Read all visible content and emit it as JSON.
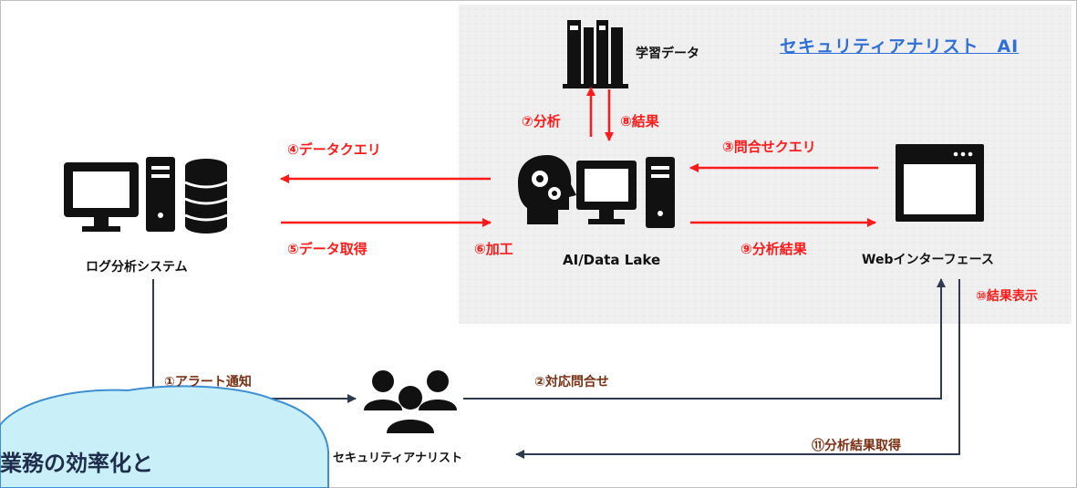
{
  "title": "セキュリティアナリスト　AI",
  "nodes": {
    "training_data": "学習データ",
    "log_system": "ログ分析システム",
    "ai": "AI/Data Lake",
    "web": "Webインターフェース",
    "analyst": "セキュリティアナリスト"
  },
  "steps": {
    "s1": "①アラート通知",
    "s2": "②対応問合せ",
    "s3": "③問合せクエリ",
    "s4": "④データクエリ",
    "s5": "⑤データ取得",
    "s6": "⑥加工",
    "s7": "⑦分析",
    "s8": "⑧結果",
    "s9": "⑨分析結果",
    "s10": "⑩結果表示",
    "s11": "⑪分析結果取得"
  },
  "callout": "業務の効率化と",
  "colors": {
    "flow_red": "#ff1a1a",
    "flow_dark": "#2e3a4f",
    "step_brown": "#7a2e12",
    "title_blue": "#2f6fd8",
    "callout_fill": "#c9f0f8"
  }
}
